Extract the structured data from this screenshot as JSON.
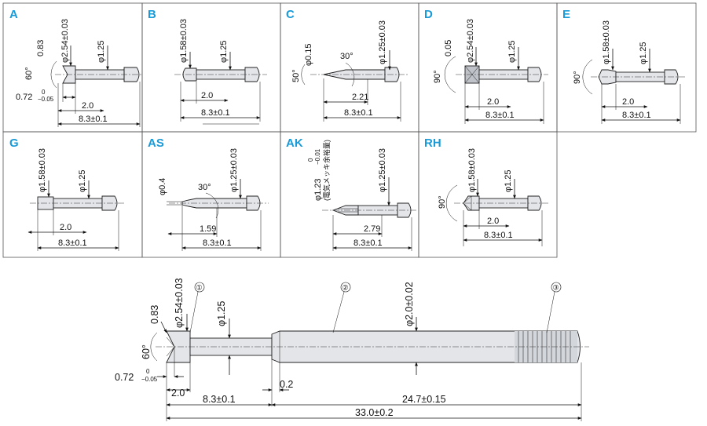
{
  "panels": [
    {
      "id": "A",
      "label": "A",
      "dims": {
        "angle": "60°",
        "tip": "0.83",
        "head_dia": "φ2.54±0.03",
        "shaft_dia": "φ1.25",
        "tip_len": "0.72",
        "tip_tol_top": "0",
        "tip_tol_bot": "−0.05",
        "head_len": "2.0",
        "total": "8.3±0.1"
      }
    },
    {
      "id": "B",
      "label": "B",
      "dims": {
        "head_dia": "φ1.58±0.03",
        "shaft_dia": "φ1.25",
        "head_len": "2.0",
        "total": "8.3±0.1"
      }
    },
    {
      "id": "C",
      "label": "C",
      "dims": {
        "tip_dia": "φ0.15",
        "angle_small": "30°",
        "angle": "50°",
        "shaft_dia": "φ1.25±0.03",
        "tip_len": "2.21",
        "total": "8.3±0.1"
      }
    },
    {
      "id": "D",
      "label": "D",
      "dims": {
        "tip": "0.05",
        "head_dia": "φ2.54±0.03",
        "shaft_dia": "φ1.25",
        "angle": "90°",
        "head_len": "2.0",
        "total": "8.3±0.1"
      }
    },
    {
      "id": "E",
      "label": "E",
      "dims": {
        "head_dia": "φ1.58±0.03",
        "shaft_dia": "φ1.25",
        "angle": "90°",
        "head_len": "2.0",
        "total": "8.3±0.1"
      }
    },
    {
      "id": "G",
      "label": "G",
      "dims": {
        "head_dia": "φ1.58±0.03",
        "shaft_dia": "φ1.25",
        "head_len": "2.0",
        "total": "8.3±0.1"
      }
    },
    {
      "id": "AS",
      "label": "AS",
      "dims": {
        "tip_dia": "φ0.4",
        "angle_small": "30°",
        "shaft_dia": "φ1.25±0.03",
        "tip_len": "1.59",
        "total": "8.3±0.1"
      }
    },
    {
      "id": "AK",
      "label": "AK",
      "dims": {
        "tip_dia": "φ1.23",
        "tip_tol_top": "0",
        "tip_tol_bot": "−0.01",
        "plating_note": "(電気メッキ余裕量)",
        "shaft_dia": "φ1.25±0.03",
        "tip_len": "2.79",
        "total": "8.3±0.1"
      }
    },
    {
      "id": "RH",
      "label": "RH",
      "dims": {
        "head_dia": "φ1.58±0.03",
        "shaft_dia": "φ1.25",
        "angle": "90°",
        "head_len": "2.0",
        "total": "8.3±0.1"
      }
    }
  ],
  "assembly": {
    "callout_1": "①",
    "callout_2": "②",
    "callout_3": "③",
    "head_dia": "φ2.54±0.03",
    "tip": "0.83",
    "angle": "60°",
    "shaft_dia": "φ1.25",
    "body_dia": "φ2.0±0.02",
    "tip_len": "0.72",
    "tip_tol_top": "0",
    "tip_tol_bot": "−0.05",
    "head_len": "2.0",
    "plunger_len": "8.3±0.1",
    "gap": "0.2",
    "body_len": "24.7±0.15",
    "total": "33.0±0.2"
  },
  "colors": {
    "label": "#1a9ad6",
    "part": "#e3e5e9",
    "line": "#111111"
  }
}
